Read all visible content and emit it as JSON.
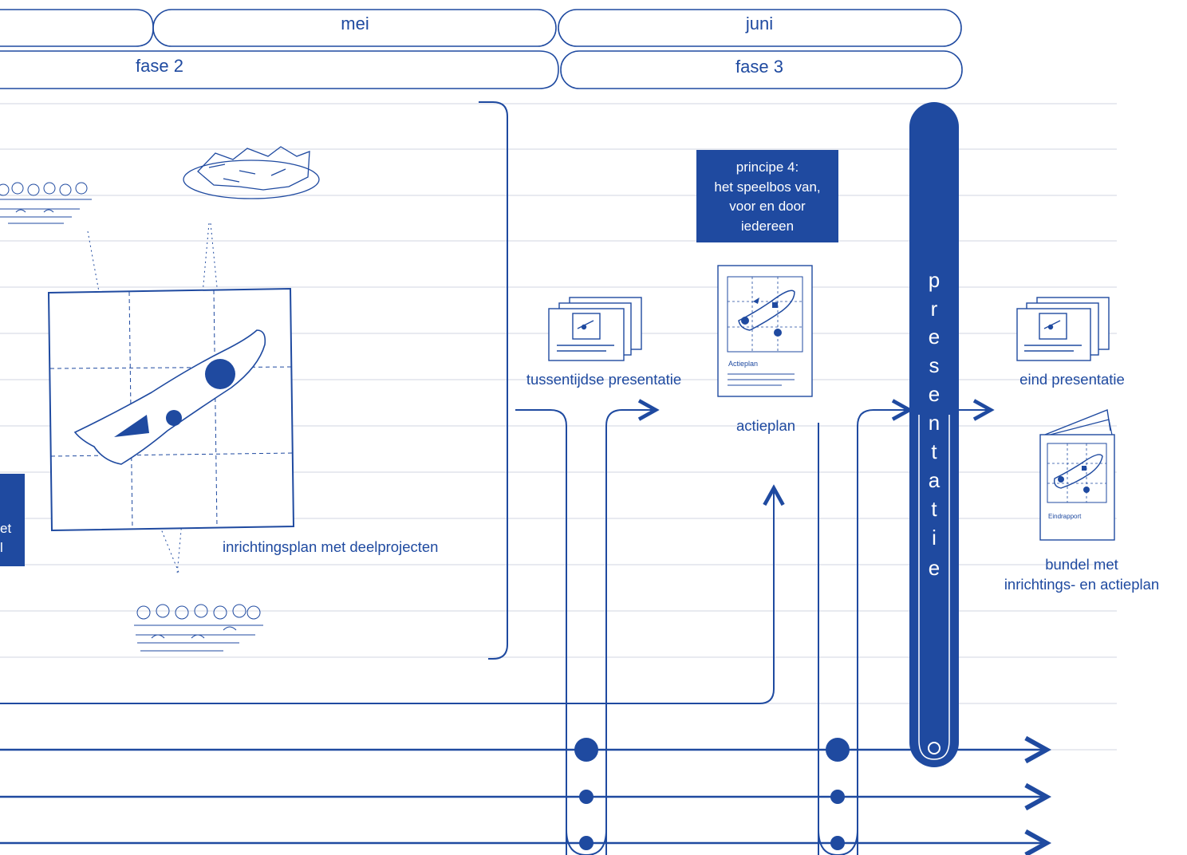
{
  "timeline": {
    "months": [
      "mei",
      "juni"
    ],
    "phases": [
      "fase 2",
      "fase 3"
    ]
  },
  "labels": {
    "tussentijdse_presentatie": "tussentijdse presentatie",
    "principe_4": [
      "principe 4:",
      "het speelbos van,",
      "voor en door",
      "iedereen"
    ],
    "actieplan": "actieplan",
    "actieplan_thumb": "Actieplan",
    "inrichtingsplan": "inrichtingsplan met deelprojecten",
    "eind_presentatie": "eind presentatie",
    "eindrapport_thumb": "Eindrapport",
    "bundel": [
      "bundel met",
      "inrichtings- en actieplan"
    ],
    "presentatie_vertical": [
      "p",
      "r",
      "e",
      "s",
      "e",
      "n",
      "t",
      "a",
      "t",
      "i",
      "e"
    ],
    "cut_box_text": [
      "et",
      "l"
    ]
  },
  "colors": {
    "ink": "#1f4aa0",
    "rule": "#d9dde6"
  }
}
